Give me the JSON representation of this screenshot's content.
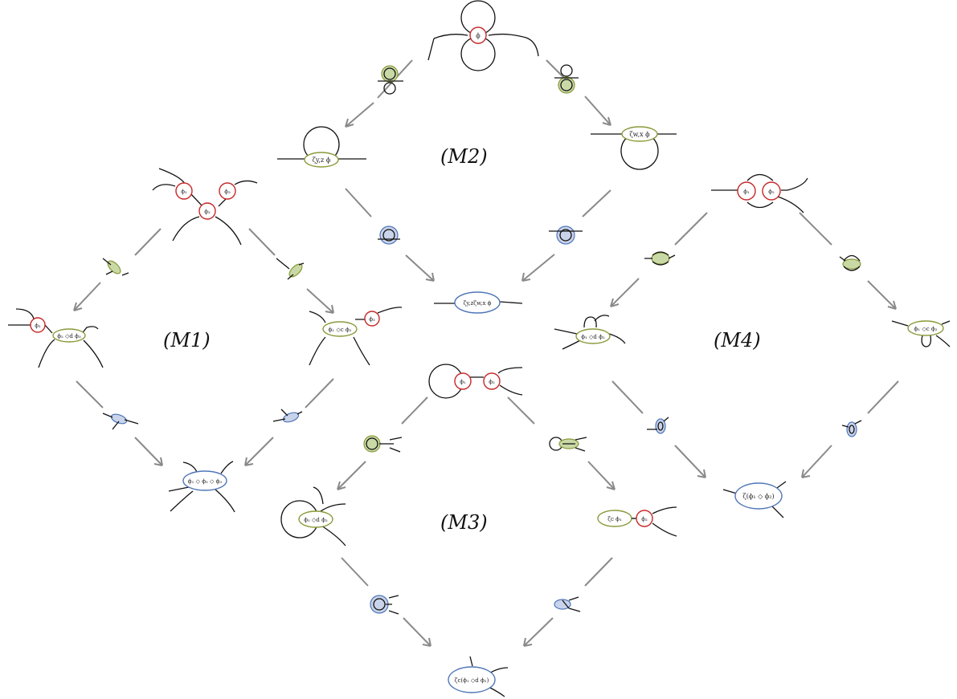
{
  "regions": {
    "m1": "(M1)",
    "m2": "(M2)",
    "m3": "(M3)",
    "m4": "(M4)"
  },
  "vertex_labels": {
    "phi": "ϕ",
    "phi1": "ϕ₁",
    "phi2": "ϕ₂",
    "phi3": "ϕ₃",
    "phi2_d_phi3": "ϕ₂ ◇d ϕ₃",
    "phi1_c_phi2": "ϕ₁ ◇c ϕ₂",
    "phi1_phi2_phi3": "ϕ₁ ◇ ϕ₂ ◇ ϕ₃",
    "zeta_yz_phi": "ζy,z ϕ",
    "zeta_wx_phi": "ζw,x ϕ",
    "zeta_yz_zeta_wx_phi": "ζy,zζw,x ϕ",
    "phi1_d_phi2": "ϕ₁ ◇d ϕ₂",
    "zeta_c_phi1": "ζc ϕ₁",
    "zeta_c_phi1_d_phi2": "ζc(ϕ₁ ◇d ϕ₂)",
    "zeta_phi1_phi2": "ζ(ϕ₁ ◇ ϕ₂)"
  },
  "colors": {
    "vertex_red": "#c62828",
    "contraction_green": "#8a9a3a",
    "result_blue": "#4f76b8",
    "arrow_gray": "#8a8a8a"
  }
}
